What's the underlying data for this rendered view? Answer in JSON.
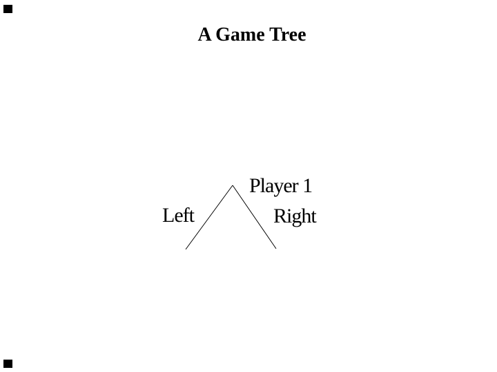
{
  "slide": {
    "title": "A Game Tree",
    "background_color": "#ffffff",
    "text_color": "#000000",
    "line_color": "#000000"
  },
  "tree": {
    "root_label": "Player 1",
    "branches": [
      {
        "label": "Left"
      },
      {
        "label": "Right"
      }
    ]
  }
}
